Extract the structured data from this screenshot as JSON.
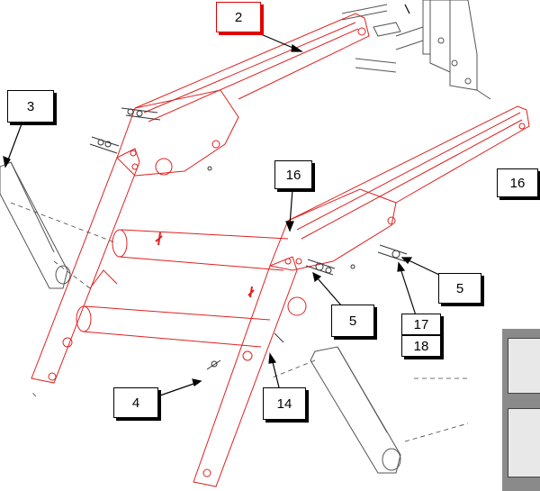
{
  "colors": {
    "frame": "#e02020",
    "line": "#555555",
    "callout_border": "#000000",
    "highlight_callout": "#e00000"
  },
  "callouts": {
    "c2": "2",
    "c3": "3",
    "c16a": "16",
    "c16b": "16",
    "c5a": "5",
    "c5b": "5",
    "c17": "17",
    "c18": "18",
    "c4": "4",
    "c14": "14"
  }
}
